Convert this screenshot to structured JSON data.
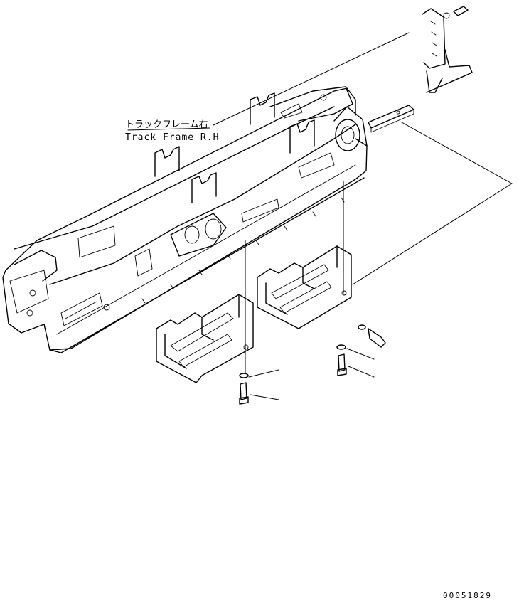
{
  "labels": {
    "track_frame_jp": "トラックフレーム右",
    "track_frame_en": "Track Frame R.H"
  },
  "drawing_number": "00051829",
  "colors": {
    "line": "#000000",
    "background": "#ffffff"
  }
}
